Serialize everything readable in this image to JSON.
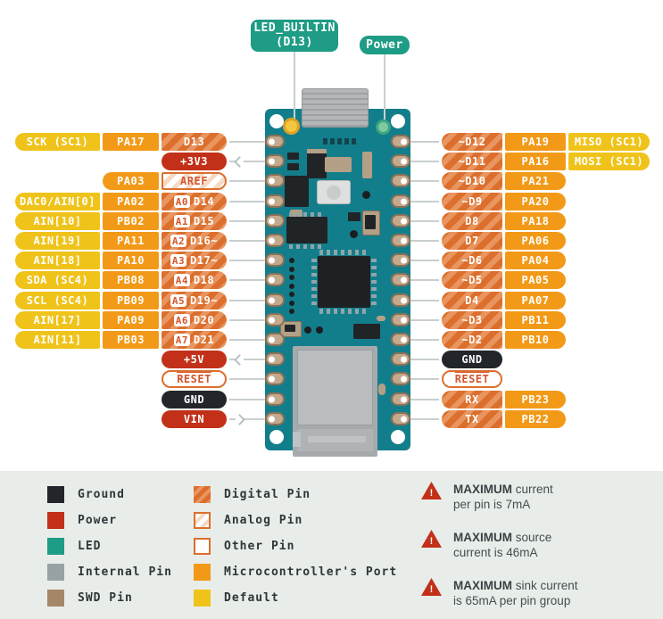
{
  "callouts": {
    "led_builtin_line1": "LED_BUILTIN",
    "led_builtin_line2": "(D13)",
    "power": "Power"
  },
  "left_pins": [
    {
      "function": "SCK (SC1)",
      "port": "PA17",
      "pin": "D13",
      "type": "digital"
    },
    {
      "pin": "+3V3",
      "type": "power",
      "arrow": "out"
    },
    {
      "port": "PA03",
      "pin": "AREF",
      "type": "analog"
    },
    {
      "function": "DAC0/AIN[0]",
      "port": "PA02",
      "a": "A0",
      "pin": "D14",
      "type": "digital"
    },
    {
      "function": "AIN[10]",
      "port": "PB02",
      "a": "A1",
      "pin": "D15",
      "type": "digital"
    },
    {
      "function": "AIN[19]",
      "port": "PA11",
      "a": "A2",
      "pin": "D16~",
      "type": "digital"
    },
    {
      "function": "AIN[18]",
      "port": "PA10",
      "a": "A3",
      "pin": "D17~",
      "type": "digital"
    },
    {
      "function": "SDA (SC4)",
      "port": "PB08",
      "a": "A4",
      "pin": "D18",
      "type": "digital"
    },
    {
      "function": "SCL (SC4)",
      "port": "PB09",
      "a": "A5",
      "pin": "D19~",
      "type": "digital"
    },
    {
      "function": "AIN[17]",
      "port": "PA09",
      "a": "A6",
      "pin": "D20",
      "type": "digital"
    },
    {
      "function": "AIN[11]",
      "port": "PB03",
      "a": "A7",
      "pin": "D21",
      "type": "digital"
    },
    {
      "pin": "+5V",
      "type": "power",
      "arrow": "out"
    },
    {
      "pin": "RESET",
      "type": "other"
    },
    {
      "pin": "GND",
      "type": "ground"
    },
    {
      "pin": "VIN",
      "type": "power",
      "arrow": "in"
    }
  ],
  "right_pins": [
    {
      "pin": "~D12",
      "port": "PA19",
      "function": "MISO (SC1)",
      "type": "digital"
    },
    {
      "pin": "~D11",
      "port": "PA16",
      "function": "MOSI (SC1)",
      "type": "digital"
    },
    {
      "pin": "~D10",
      "port": "PA21",
      "type": "digital"
    },
    {
      "pin": "~D9",
      "port": "PA20",
      "type": "digital"
    },
    {
      "pin": "D8",
      "port": "PA18",
      "type": "digital"
    },
    {
      "pin": "D7",
      "port": "PA06",
      "type": "digital"
    },
    {
      "pin": "~D6",
      "port": "PA04",
      "type": "digital"
    },
    {
      "pin": "~D5",
      "port": "PA05",
      "type": "digital"
    },
    {
      "pin": "D4",
      "port": "PA07",
      "type": "digital"
    },
    {
      "pin": "~D3",
      "port": "PB11",
      "type": "digital"
    },
    {
      "pin": "~D2",
      "port": "PB10",
      "type": "digital"
    },
    {
      "pin": "GND",
      "type": "ground"
    },
    {
      "pin": "RESET",
      "type": "other"
    },
    {
      "pin": "RX",
      "port": "PB23",
      "type": "digital"
    },
    {
      "pin": "TX",
      "port": "PB22",
      "type": "digital"
    }
  ],
  "legend": {
    "pin_types": [
      {
        "label": "Ground",
        "swatch": "ground"
      },
      {
        "label": "Power",
        "swatch": "power"
      },
      {
        "label": "LED",
        "swatch": "led"
      },
      {
        "label": "Internal Pin",
        "swatch": "internal"
      },
      {
        "label": "SWD Pin",
        "swatch": "swd"
      }
    ],
    "pin_styles": [
      {
        "label": "Digital Pin",
        "swatch": "digital"
      },
      {
        "label": "Analog Pin",
        "swatch": "analog"
      },
      {
        "label": "Other Pin",
        "swatch": "other"
      },
      {
        "label": "Microcontroller's Port",
        "swatch": "port"
      },
      {
        "label": "Default",
        "swatch": "default"
      }
    ],
    "warning_icon_glyph": "!",
    "warnings": [
      {
        "title": "MAXIMUM",
        "line1": " current",
        "line2": "per pin is 7mA"
      },
      {
        "title": "MAXIMUM",
        "line1": " source",
        "line2": "current is 46mA"
      },
      {
        "title": "MAXIMUM",
        "line1": " sink current",
        "line2": "is 65mA per pin group"
      }
    ]
  },
  "colors": {
    "yellow": "#EFC31A",
    "orange": "#F29A18",
    "digital": "#DC6F2D",
    "digital-stripe": "#E8955F",
    "power": "#C23019",
    "ground": "#22262B",
    "teal": "#1E9C85",
    "board": "#137E8B",
    "pad": "#C3A98D",
    "pad-border": "#8A7157",
    "line": "#C9CFD0",
    "otext": "#D4562B",
    "legend-bg": "#E9EDE9",
    "internal": "#97A2A5",
    "swd": "#A58768",
    "warn-red": "#C23019",
    "text-dark": "#2E3638",
    "warn-text": "#454D4F"
  }
}
